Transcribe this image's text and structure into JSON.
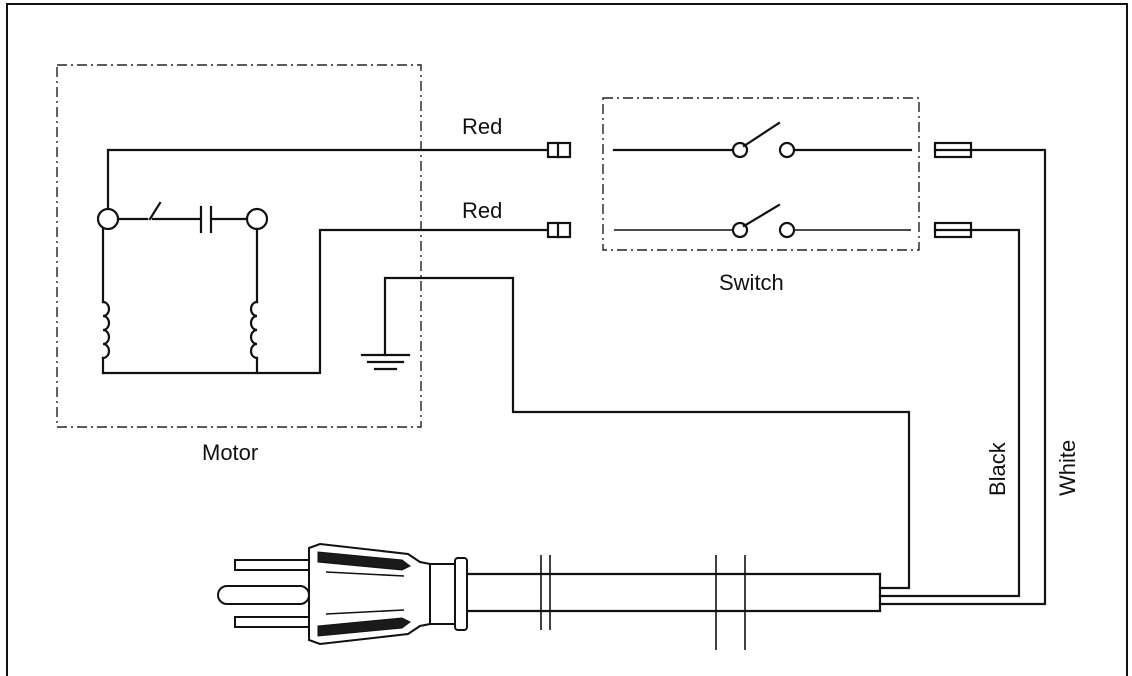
{
  "labels": {
    "wire_top": "Red",
    "wire_mid": "Red",
    "switch": "Switch",
    "motor": "Motor",
    "black": "Black",
    "white": "White"
  },
  "colors": {
    "line": "#111111",
    "background": "#ffffff"
  }
}
